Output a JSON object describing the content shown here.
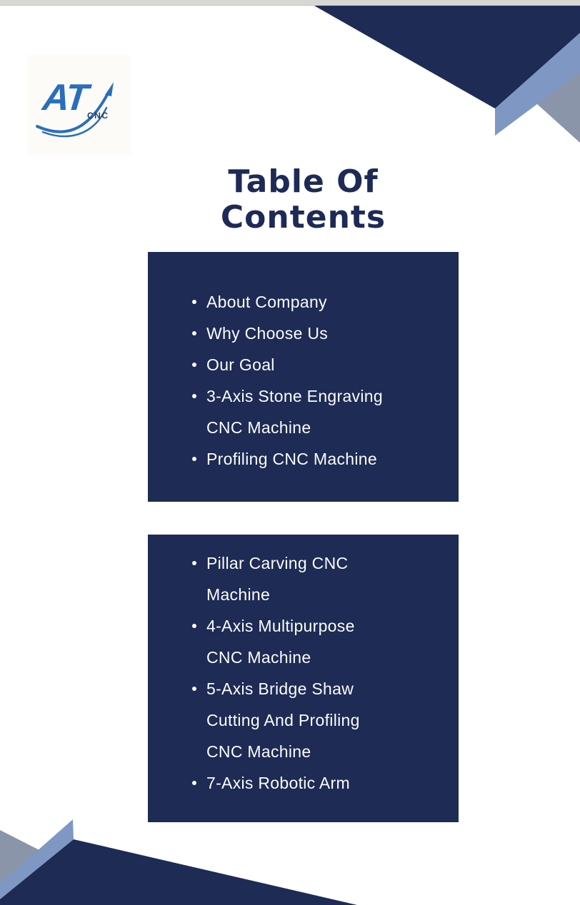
{
  "header": {
    "logo": {
      "primary": "AT",
      "secondary": "CNC"
    }
  },
  "title": "Table Of Contents",
  "toc_boxes": [
    {
      "items": [
        "About Company",
        "Why Choose Us",
        "Our Goal",
        "3-Axis Stone Engraving CNC Machine",
        "Profiling CNC Machine"
      ]
    },
    {
      "items": [
        "Pillar Carving CNC Machine",
        "4-Axis Multipurpose CNC Machine",
        "5-Axis Bridge Shaw Cutting And Profiling CNC Machine",
        "7-Axis Robotic Arm"
      ]
    }
  ],
  "colors": {
    "navy": "#1d2b55",
    "steel_blue": "#7e98c3",
    "gray_blue": "#8a95aa",
    "title_navy": "#1e2a56",
    "logo_blue": "#2a6ebc",
    "logo_dark": "#2f3d57",
    "top_bar_gray": "#d8d7d4",
    "text_light": "#fcfcf9"
  }
}
